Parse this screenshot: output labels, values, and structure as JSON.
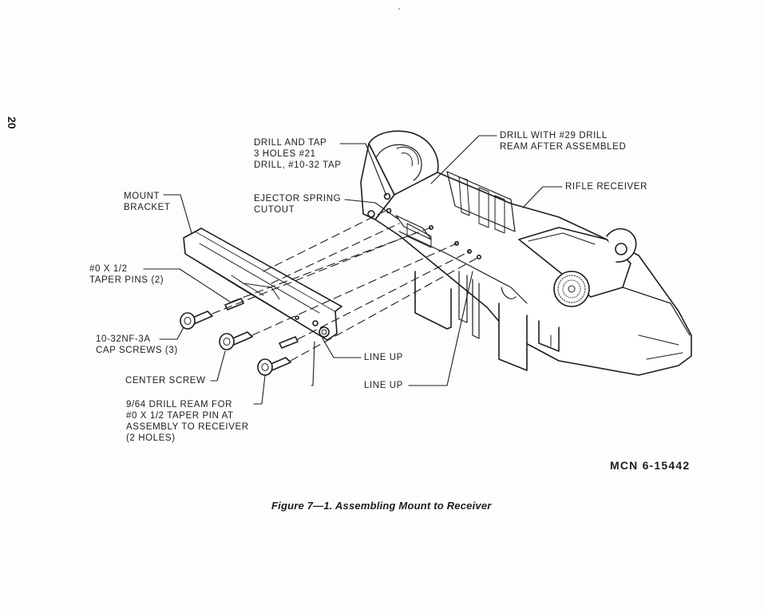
{
  "page": {
    "number": "20"
  },
  "callouts": {
    "drill_and_tap": "DRILL AND TAP\n3 HOLES #21\nDRILL, #10-32 TAP",
    "drill_with": "DRILL WITH #29 DRILL\nREAM AFTER ASSEMBLED",
    "rifle_receiver": "RIFLE RECEIVER",
    "mount_bracket": "MOUNT\nBRACKET",
    "ejector_spring": "EJECTOR SPRING\nCUTOUT",
    "taper_pins": "#0 x 1/2\nTAPER PINS (2)",
    "cap_screws": "10-32NF-3A\nCAP SCREWS (3)",
    "center_screw": "CENTER SCREW",
    "line_up_1": "LINE UP",
    "line_up_2": "LINE UP",
    "drill_ream": "9/64 DRILL REAM FOR\n#0 x 1/2 TAPER PIN AT\nASSEMBLY TO RECEIVER\n(2 HOLES)"
  },
  "figure": {
    "number": "MCN 6-15442",
    "caption": "Figure 7—1.  Assembling Mount to Receiver"
  }
}
